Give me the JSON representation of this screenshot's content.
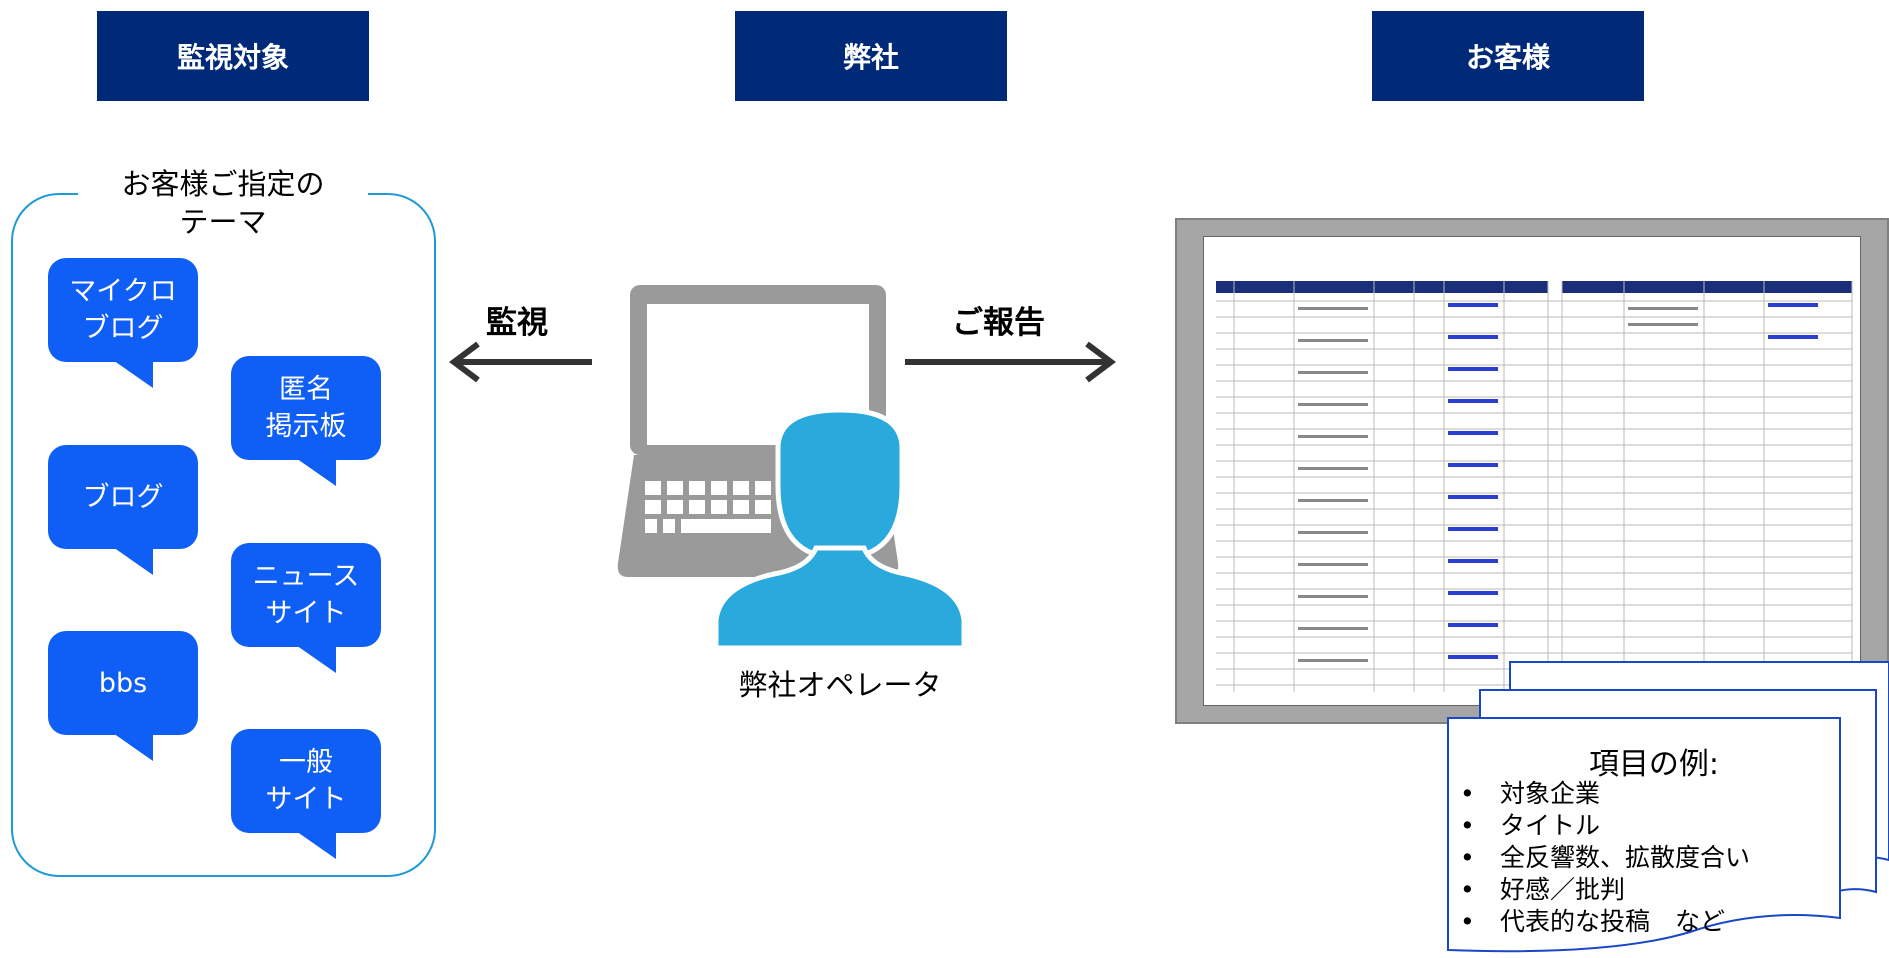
{
  "headers": {
    "monitor_target": "監視対象",
    "our_company": "弊社",
    "customer": "お客様"
  },
  "themes": {
    "title": "お客様ご指定の\nテーマ",
    "sources": [
      {
        "label": "マイクロ\nブログ"
      },
      {
        "label": "匿名\n掲示板"
      },
      {
        "label": "ブログ"
      },
      {
        "label": "ニュース\nサイト"
      },
      {
        "label": "bbs"
      },
      {
        "label": "一般\nサイト"
      }
    ]
  },
  "flow": {
    "monitor_label": "監視",
    "report_label": "ご報告"
  },
  "operator": {
    "label": "弊社オペレータ"
  },
  "report_items": {
    "title": "項目の例:",
    "items": [
      "対象企業",
      "タイトル",
      "全反響数、拡散度合い",
      "好感／批判",
      "代表的な投稿　など"
    ]
  },
  "colors": {
    "header_bg": "#002A78",
    "bubble_bg": "#0F5EF5",
    "theme_border": "#1E9AD6",
    "operator_icon": "#29A9DC",
    "laptop": "#9A9A9A"
  }
}
